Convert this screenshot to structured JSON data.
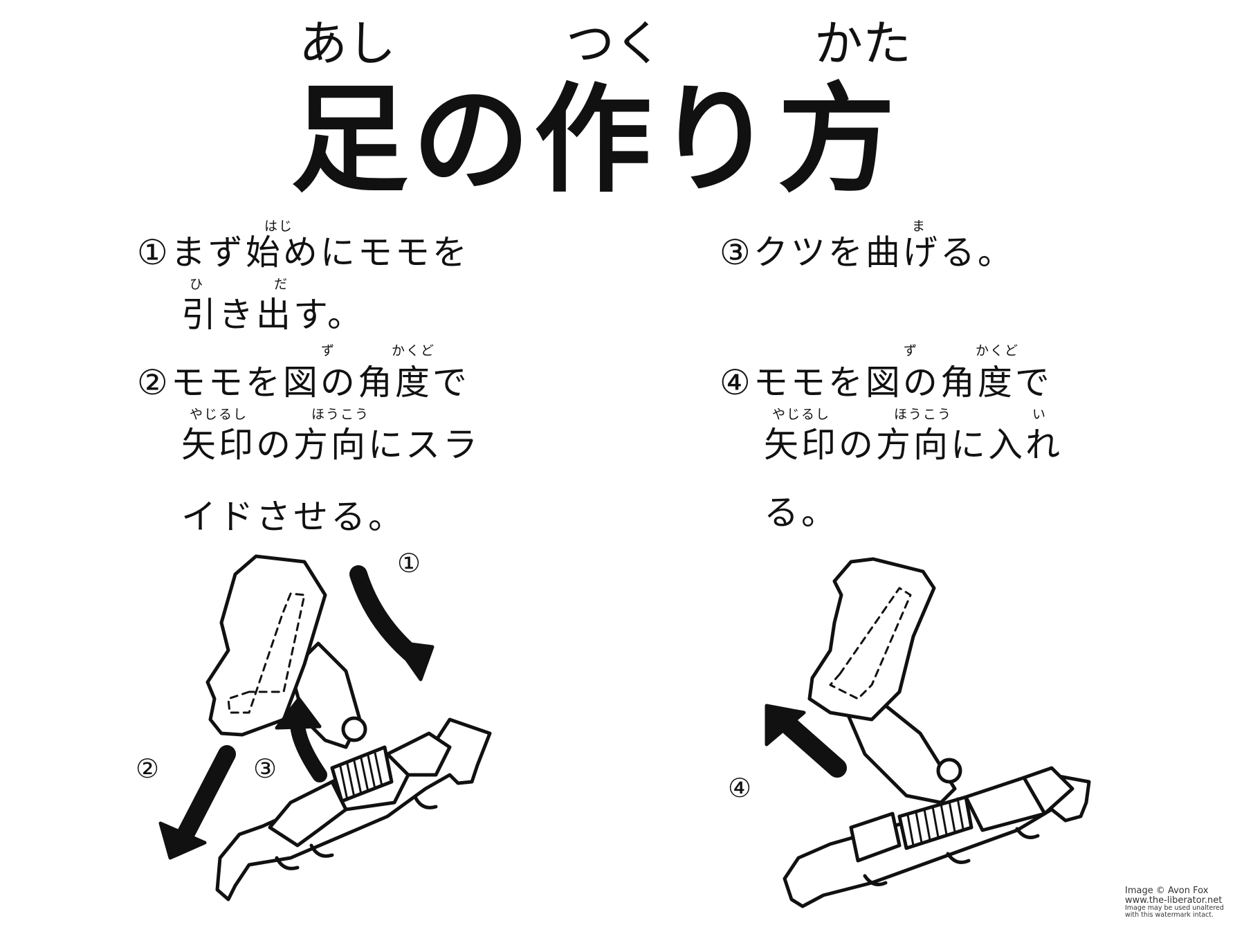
{
  "title": {
    "text": "足の作り方",
    "ruby": [
      "あし",
      "つく",
      "かた"
    ]
  },
  "steps": [
    {
      "marker": "①",
      "lines": [
        "まず始めにモモを",
        "引き出す。"
      ],
      "ruby": [
        "はじ",
        "ひ",
        "だ"
      ]
    },
    {
      "marker": "②",
      "lines": [
        "モモを図の角度で",
        "矢印の方向にスラ",
        "イドさせる。"
      ],
      "ruby": [
        "ず",
        "かくど",
        "やじるし",
        "ほうこう"
      ]
    },
    {
      "marker": "③",
      "lines": [
        "クツを曲げる。"
      ],
      "ruby": [
        "ま"
      ]
    },
    {
      "marker": "④",
      "lines": [
        "モモを図の角度で",
        "矢印の方向に入れ",
        "る。"
      ],
      "ruby": [
        "ず",
        "かくど",
        "やじるし",
        "ほうこう",
        "い"
      ]
    }
  ],
  "figure_labels": {
    "left": [
      "①",
      "②",
      "③"
    ],
    "right": [
      "④"
    ]
  },
  "watermark": {
    "line1": "Image © Avon Fox",
    "line2": "www.the-liberator.net",
    "line3": "Image may be used unaltered",
    "line4": "with this watermark intact."
  }
}
